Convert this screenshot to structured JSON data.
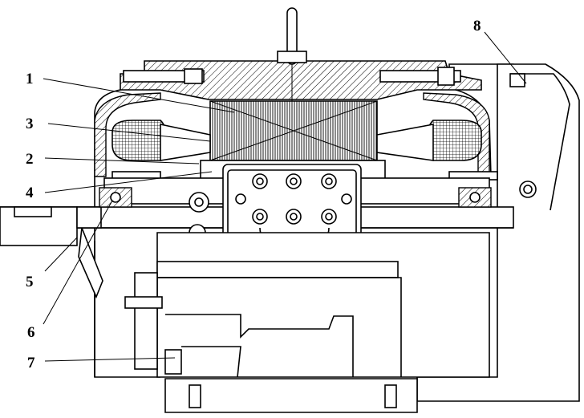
{
  "figure": {
    "callouts": [
      {
        "id": "1",
        "label": "1"
      },
      {
        "id": "2",
        "label": "2"
      },
      {
        "id": "3",
        "label": "3"
      },
      {
        "id": "4",
        "label": "4"
      },
      {
        "id": "5",
        "label": "5"
      },
      {
        "id": "6",
        "label": "6"
      },
      {
        "id": "7",
        "label": "7"
      },
      {
        "id": "8",
        "label": "8"
      }
    ]
  }
}
